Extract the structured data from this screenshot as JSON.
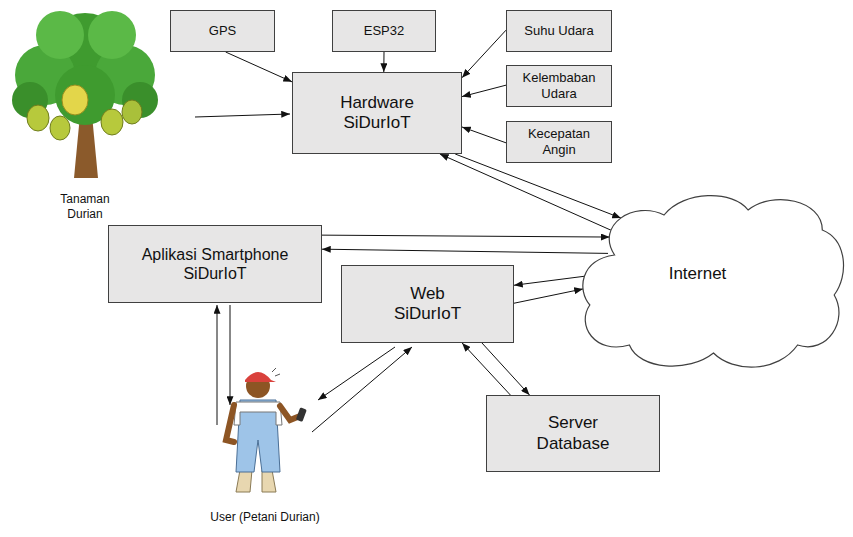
{
  "diagram": {
    "nodes": [
      {
        "text": [
          "GPS"
        ]
      },
      {
        "text": [
          "ESP32"
        ]
      },
      {
        "text": [
          "Suhu Udara"
        ]
      },
      {
        "text": [
          "Kelembaban Udara"
        ]
      },
      {
        "text": [
          "Kecepatan Angin"
        ]
      },
      {
        "text": [
          "Hardware SiDurIoT"
        ]
      },
      {
        "text": [
          "Aplikasi Smartphone SiDurIoT"
        ]
      },
      {
        "text": [
          "Internet"
        ]
      },
      {
        "text": [
          "Web SiDurIoT"
        ]
      },
      {
        "text": [
          "Server Database"
        ]
      }
    ],
    "edges": [
      {
        "from": 0,
        "to": 5,
        "arrow": "to"
      },
      {
        "from": 1,
        "to": 5,
        "arrow": "to"
      },
      {
        "from": 2,
        "to": 5,
        "arrow": "to"
      },
      {
        "from": 3,
        "to": 5,
        "arrow": "to"
      },
      {
        "from": 4,
        "to": 5,
        "arrow": "to"
      },
      {
        "from": 5,
        "to": 7,
        "arrow": "to"
      },
      {
        "from": 7,
        "to": 5,
        "arrow": "to"
      },
      {
        "from": 6,
        "to": 7,
        "arrow": "to"
      },
      {
        "from": 7,
        "to": 6,
        "arrow": "to"
      },
      {
        "from": 7,
        "to": 8,
        "arrow": "to"
      },
      {
        "from": 8,
        "to": 7,
        "arrow": "to"
      },
      {
        "from": 8,
        "to": 9,
        "arrow": "to"
      },
      {
        "from": 9,
        "to": 8,
        "arrow": "to"
      }
    ],
    "labels": [
      "Tanaman Durian",
      "User (Petani Durian)"
    ]
  }
}
